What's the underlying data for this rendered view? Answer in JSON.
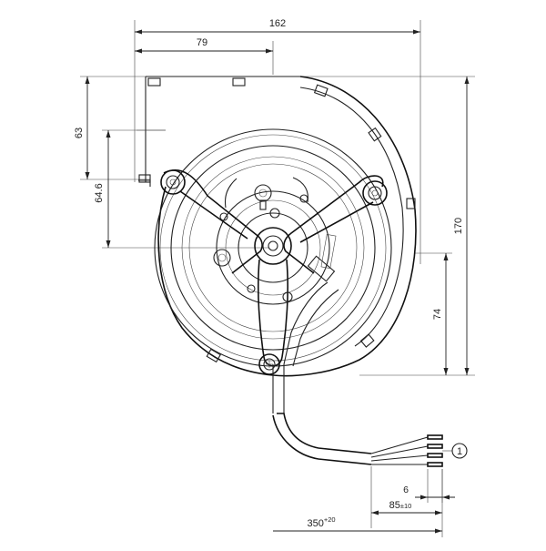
{
  "dimensions": {
    "overall_width": "162",
    "width_to_center": "79",
    "height_top_to_inlet": "63",
    "inlet_to_center": "64.6",
    "overall_height": "170",
    "outlet_to_bottom": "74",
    "wire_strip": "6",
    "wire_end": "85",
    "wire_end_tol": "±10",
    "cable_length": "350",
    "cable_length_tol": "+20"
  },
  "callout": {
    "number": "1"
  },
  "colors": {
    "line": "#222222",
    "background": "#ffffff"
  }
}
